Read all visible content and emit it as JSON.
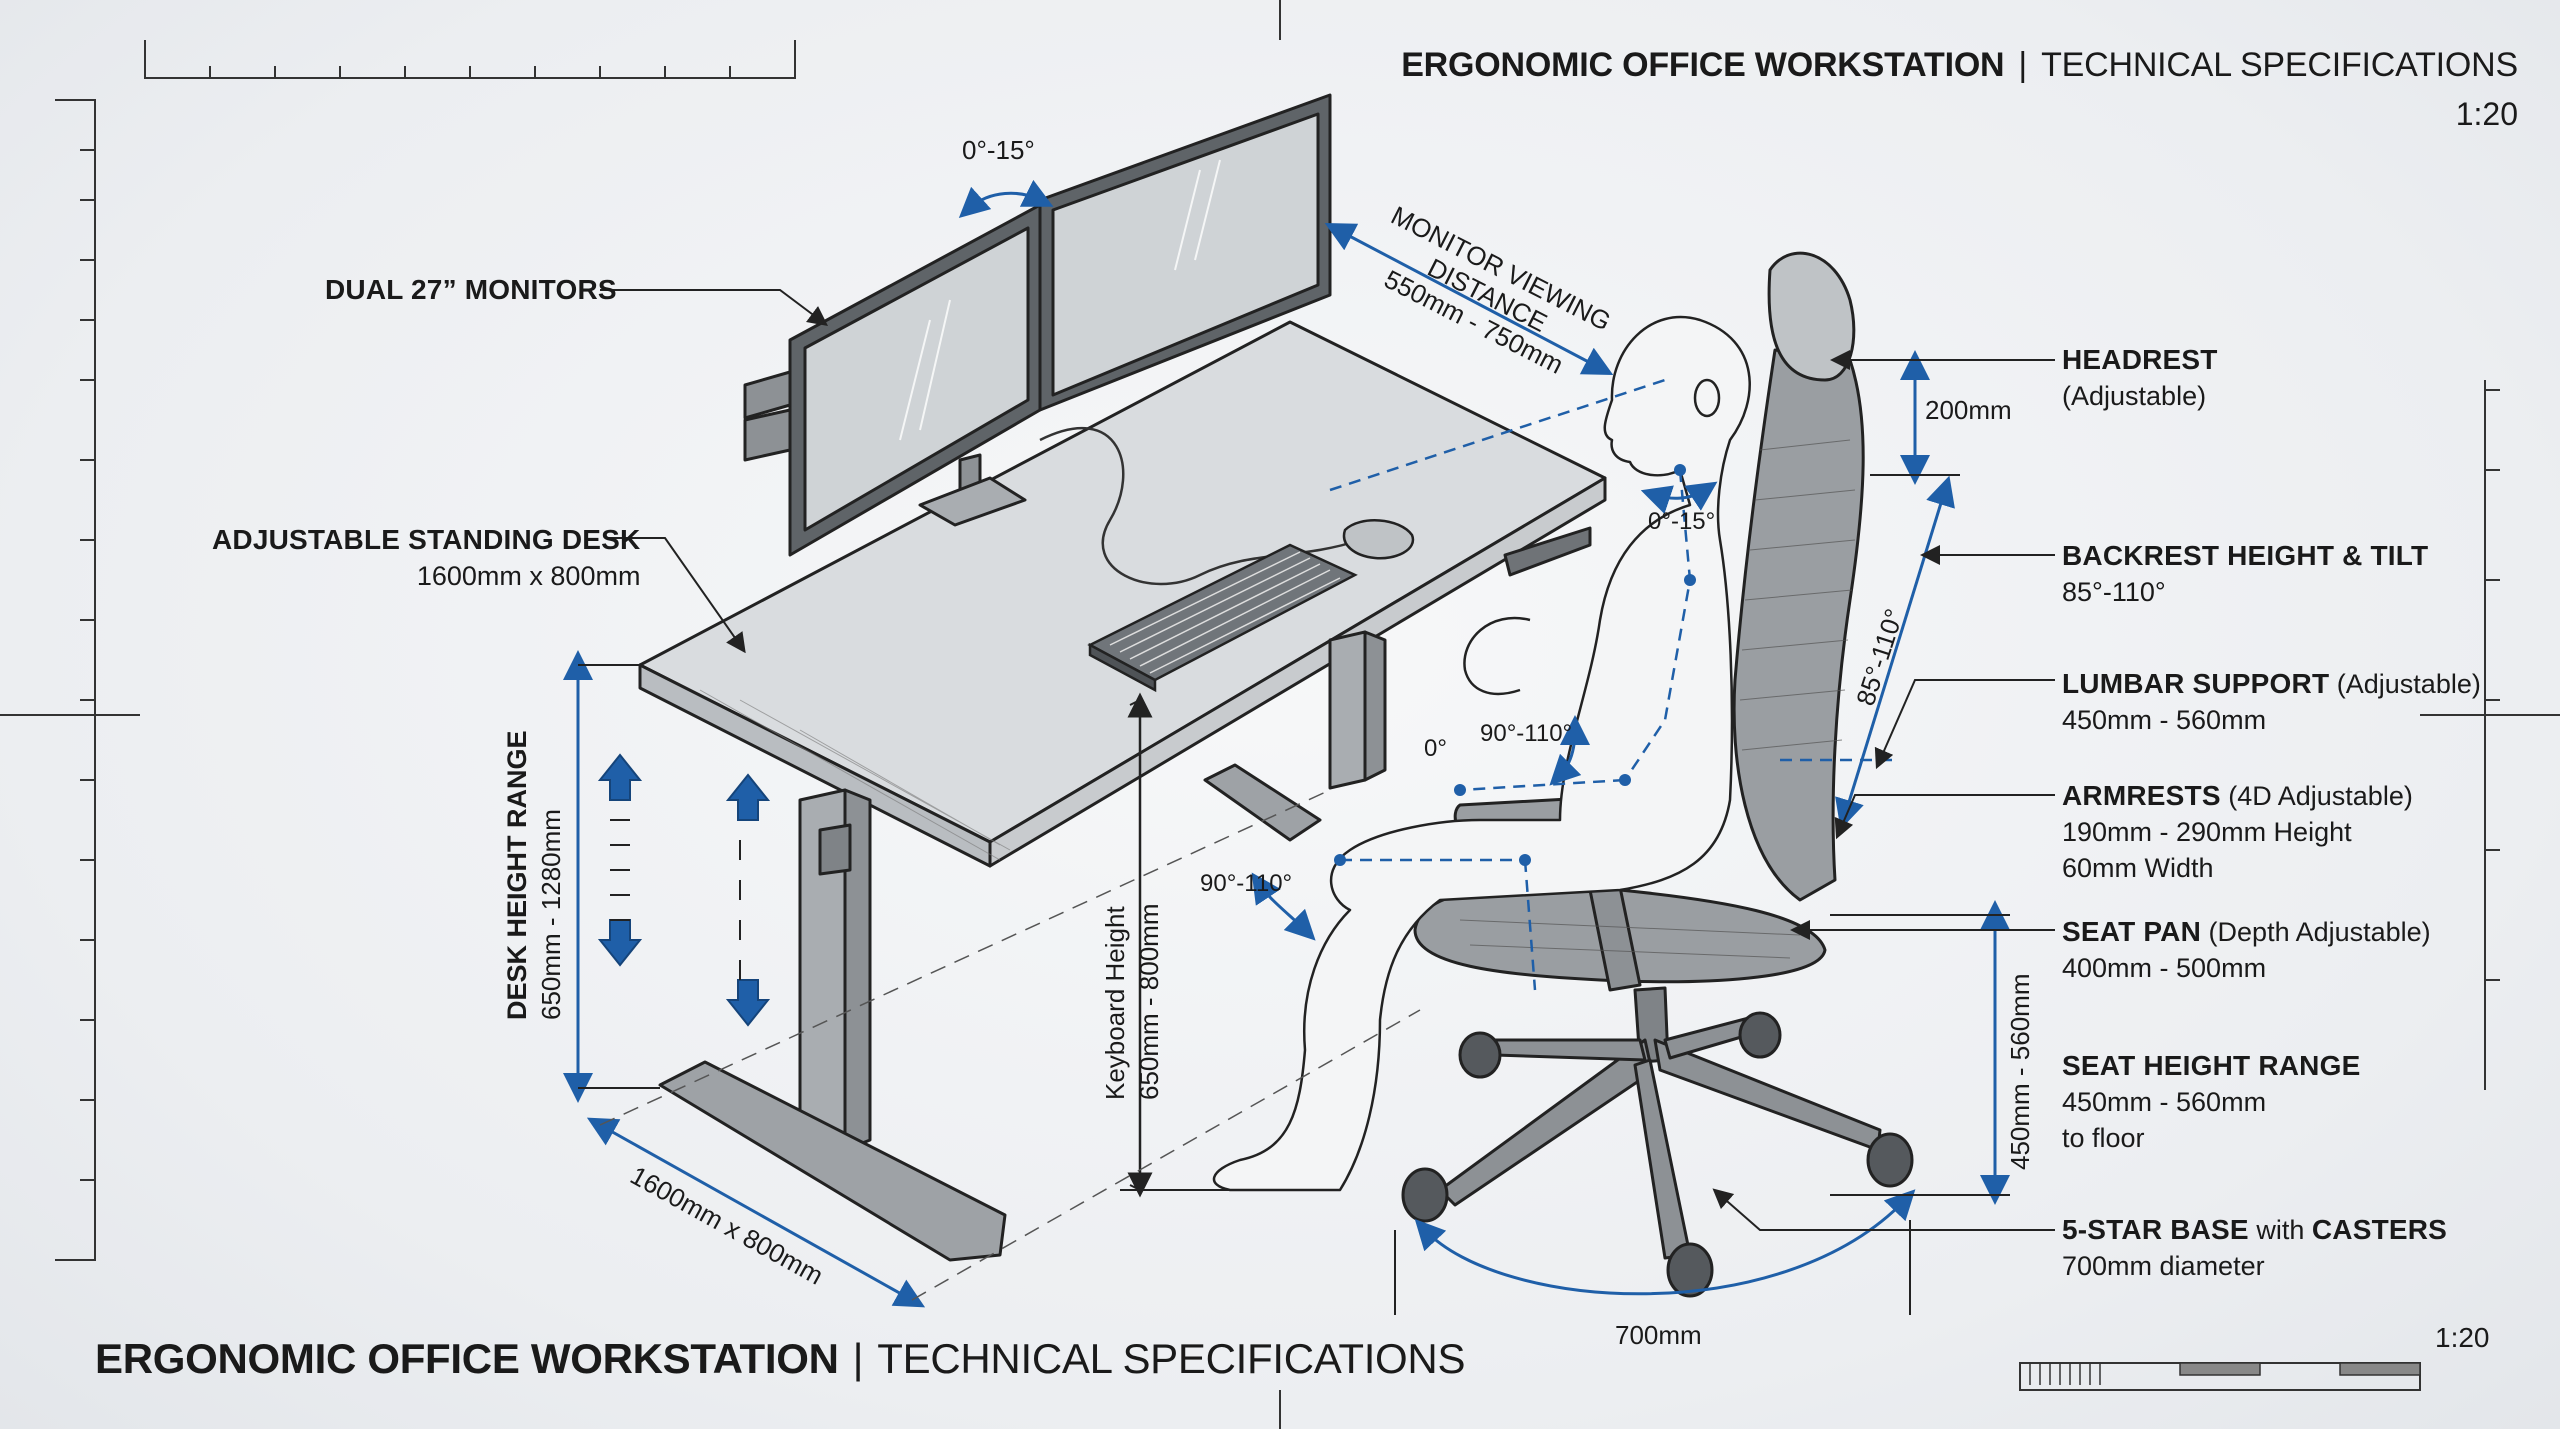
{
  "title": {
    "bold": "ERGONOMIC OFFICE WORKSTATION",
    "separator": "|",
    "rest": "TECHNICAL SPECIFICATIONS",
    "scale": "1:20"
  },
  "footer": {
    "bold": "ERGONOMIC OFFICE WORKSTATION",
    "separator": "|",
    "rest": "TECHNICAL SPECIFICATIONS",
    "scale": "1:20"
  },
  "left_labels": {
    "monitors": "DUAL 27” MONITORS",
    "desk_title": "ADJUSTABLE STANDING DESK",
    "desk_size": "1600mm x 800mm"
  },
  "right_labels": {
    "headrest_title": "HEADREST",
    "headrest_sub": "(Adjustable)",
    "backrest_title": "BACKREST HEIGHT & TILT",
    "backrest_sub": "85°-110°",
    "lumbar_title": "LUMBAR SUPPORT",
    "lumbar_note": "(Adjustable)",
    "lumbar_sub": "450mm - 560mm",
    "armrests_title": "ARMRESTS",
    "armrests_note": "(4D Adjustable)",
    "armrests_sub1": "190mm - 290mm Height",
    "armrests_sub2": "60mm Width",
    "seatpan_title": "SEAT PAN",
    "seatpan_note": "(Depth Adjustable)",
    "seatpan_sub": "400mm - 500mm",
    "seatheight_title": "SEAT HEIGHT RANGE",
    "seatheight_sub1": "450mm - 560mm",
    "seatheight_sub2": "to floor",
    "base_title": "5-STAR BASE",
    "base_with": "with",
    "base_casters": "CASTERS",
    "base_sub": "700mm diameter"
  },
  "dimensions": {
    "monitor_tilt": "0°-15°",
    "viewing_line1": "MONITOR VIEWING",
    "viewing_line2": "DISTANCE",
    "viewing_line3": "550mm - 750mm",
    "neck_tilt": "0°-15°",
    "headrest_height": "200mm",
    "backrest_angle": "85°-110°",
    "elbow_zero": "0°",
    "elbow_angle": "90°-110°",
    "knee_angle": "90°-110°",
    "desk_range_title": "DESK HEIGHT RANGE",
    "desk_range_value": "650mm - 1280mm",
    "keyboard_title": "Keyboard Height",
    "keyboard_value": "650mm - 800mm",
    "desk_footprint": "1600mm x 800mm",
    "seat_height": "450mm - 560mm",
    "base_diameter": "700mm"
  },
  "colors": {
    "accent": "#1f5fa8",
    "line": "#222222",
    "fill": "#d9dcdf"
  }
}
